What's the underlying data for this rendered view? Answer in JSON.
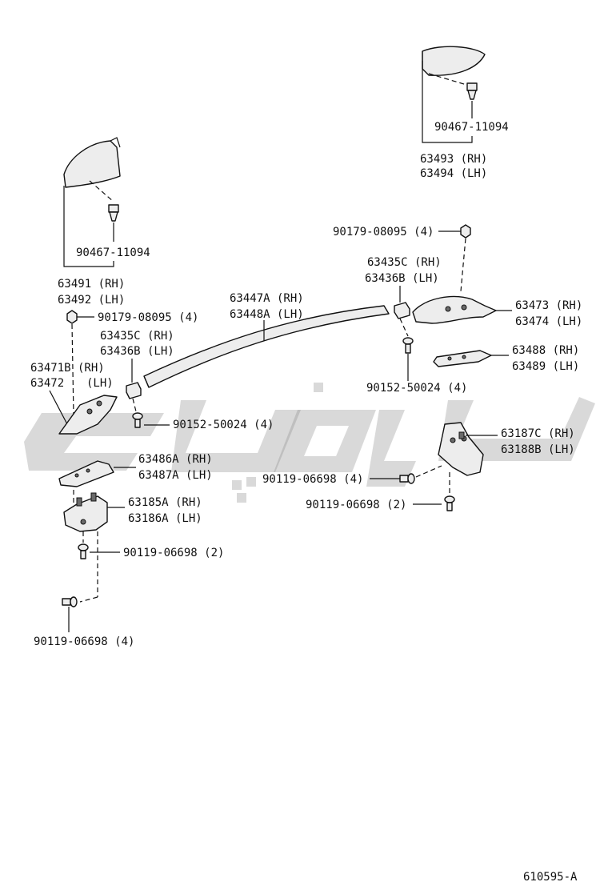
{
  "colors": {
    "ink": "#111111",
    "part_fill": "#ededed",
    "watermark": "#8a8a8a"
  },
  "figure_id": "610595-A",
  "labels": {
    "p90467_top": "90467-11094",
    "p63493": "63493 (RH)",
    "p63494": "63494 (LH)",
    "p90179_right": "90179-08095 (4)",
    "p63435c_right": "63435C (RH)",
    "p63436b_right": "63436B (LH)",
    "p63447a": "63447A (RH)",
    "p63448a": "63448A (LH)",
    "p63473": "63473 (RH)",
    "p63474": "63474 (LH)",
    "p63488": "63488 (RH)",
    "p63489": "63489 (LH)",
    "p90152_right": "90152-50024 (4)",
    "p63187c": "63187C (RH)",
    "p63188b": "63188B (LH)",
    "p90119_mid4": "90119-06698 (4)",
    "p90119_mid2": "90119-06698 (2)",
    "p90467_left": "90467-11094",
    "p63491": "63491 (RH)",
    "p63492": "63492 (LH)",
    "p90179_left": "90179-08095 (4)",
    "p63435c_left": "63435C (RH)",
    "p63436b_left": "63436B (LH)",
    "p63471b": "63471B (RH)",
    "p63472_a": "63472",
    "p63472_b": "(LH)",
    "p90152_left": "90152-50024 (4)",
    "p63486a": "63486A (RH)",
    "p63487a": "63487A (LH)",
    "p63185a": "63185A (RH)",
    "p63186a": "63186A (LH)",
    "p90119_left2": "90119-06698 (2)",
    "p90119_left4": "90119-06698 (4)"
  },
  "icons": [
    "end-cap-part",
    "clip-icon",
    "bolt-icon",
    "nut-icon",
    "roof-rail-bar",
    "bracket-part",
    "pad-part",
    "leg-support-part",
    "watermark-logo"
  ]
}
